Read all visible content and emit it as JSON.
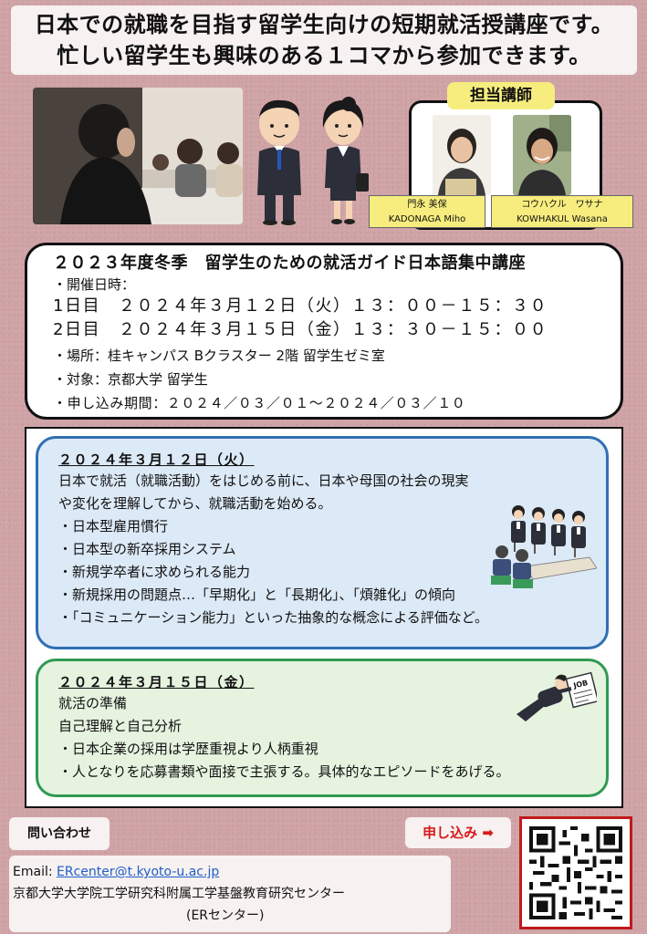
{
  "headline": {
    "line1": "日本での就職を目指す留学生向けの短期就活授講座です。",
    "line2": "忙しい留学生も興味のある１コマから参加できます。"
  },
  "instructors": {
    "title": "担当講師",
    "list": [
      {
        "name_ja": "門永 美保",
        "name_en": "KADONAGA Miho"
      },
      {
        "name_ja": "コウハクル　ワサナ",
        "name_en": "KOWHAKUL Wasana"
      }
    ]
  },
  "course": {
    "title": "２０２３年度冬季　留学生のための就活ガイド日本語集中講座",
    "schedule_label": "・開催日時：",
    "day1": "1日目　２０２４年３月１２日（火）１３：００－１５：３０",
    "day2": "2日目　２０２４年３月１５日（金）１３：３０－１５：００",
    "place": "・場所：桂キャンパス Bクラスター 2階 留学生ゼミ室",
    "target": "・対象：京都大学 留学生",
    "period": "・申し込み期間：２０２４／０３／０１～２０２４／０３／１０"
  },
  "session1": {
    "title": "２０２４年３月１２日（火）",
    "intro1": "日本で就活（就職活動）をはじめる前に、日本や母国の社会の現実",
    "intro2": "や変化を理解してから、就職活動を始める。",
    "items": [
      "・日本型雇用慣行",
      "・日本型の新卒採用システム",
      "・新規学卒者に求められる能力",
      "・新規採用の問題点…「早期化」と「長期化」、「煩雑化」の傾向",
      "・「コミュニケーション能力」といった抽象的な概念による評価など。"
    ]
  },
  "session2": {
    "title": "２０２４年３月１５日（金）",
    "line1": "就活の準備",
    "line2": "自己理解と自己分析",
    "items": [
      "・日本企業の採用は学歴重視より人柄重視",
      "・人となりを応募書類や面接で主張する。具体的なエピソードをあげる。"
    ],
    "paper_text": "JOB"
  },
  "contact": {
    "label": "問い合わせ",
    "email_label": "Email: ",
    "email": "ERcenter@t.kyoto-u.ac.jp",
    "org": "京都大学大学院工学研究科附属工学基盤教育研究センター",
    "org_short": "(ERセンター)"
  },
  "apply": {
    "label": "申し込み ➡"
  },
  "colors": {
    "blue_border": "#2f6fb3",
    "green_border": "#2f9a52",
    "yellow_tag": "#f7ed7e",
    "apply_red": "#d61b1b"
  }
}
